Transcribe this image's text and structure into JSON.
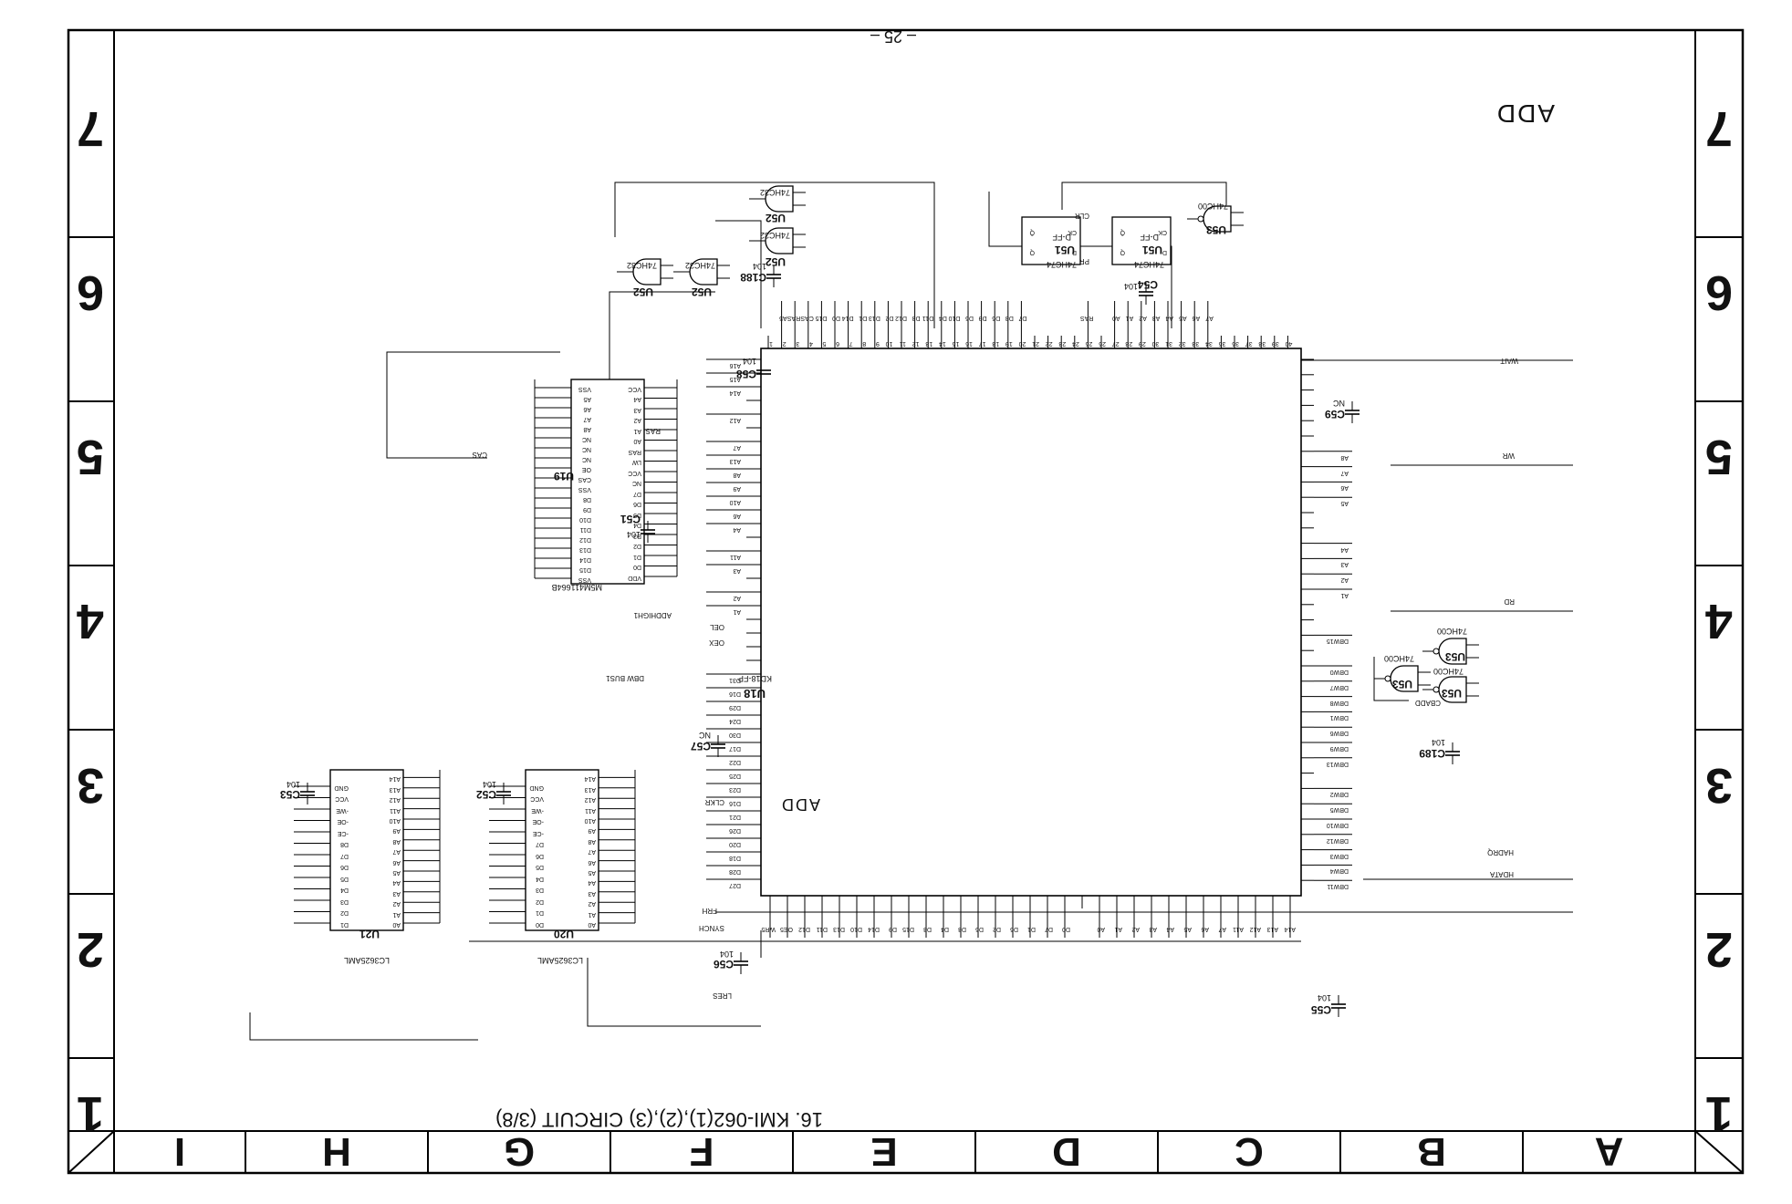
{
  "page_number": "– 25 –",
  "title": "16.  KMI-062(1),(2),(3) CIRCUIT (3/8)",
  "top_label": "ADD",
  "center_label": "ADD",
  "row_zones": [
    "7",
    "6",
    "5",
    "4",
    "3",
    "2",
    "1"
  ],
  "col_zones": [
    "A",
    "B",
    "C",
    "D",
    "E",
    "F",
    "G",
    "H",
    "I"
  ],
  "chips": {
    "u18": {
      "ref": "U18",
      "part": "KD18-FP"
    },
    "u19": {
      "ref": "U19",
      "part": "M5M411664B"
    },
    "u20": {
      "ref": "U20",
      "part": "LC3625AML"
    },
    "u21": {
      "ref": "U21",
      "part": "LC3625AML"
    },
    "u51a": {
      "ref": "U51",
      "part": "74HC74",
      "type": "D-FF"
    },
    "u51b": {
      "ref": "U51",
      "part": "74HC74",
      "type": "D-FF"
    },
    "u52a": {
      "ref": "U52",
      "part": "74HC32"
    },
    "u52b": {
      "ref": "U52",
      "part": "74HC32"
    },
    "u52c": {
      "ref": "U52",
      "part": "74HC32"
    },
    "u52d": {
      "ref": "U52",
      "part": "74HC32"
    },
    "u53a": {
      "ref": "U53",
      "part": "74HC00"
    },
    "u53b": {
      "ref": "U53",
      "part": "74HC00"
    },
    "u53c": {
      "ref": "U53",
      "part": "74HC00"
    },
    "u53d": {
      "ref": "U53",
      "part": "74HC00"
    }
  },
  "caps": {
    "c51": {
      "ref": "C51",
      "val": "104"
    },
    "c52": {
      "ref": "C52",
      "val": "104"
    },
    "c53": {
      "ref": "C53",
      "val": "104"
    },
    "c54": {
      "ref": "C54",
      "val": "104"
    },
    "c55": {
      "ref": "C55",
      "val": "104"
    },
    "c56": {
      "ref": "C56",
      "val": "104"
    },
    "c57": {
      "ref": "C57",
      "val": "NC"
    },
    "c58": {
      "ref": "C58",
      "val": "104"
    },
    "c59": {
      "ref": "C59",
      "val": "NC"
    },
    "c188": {
      "ref": "C188",
      "val": "104"
    },
    "c189": {
      "ref": "C189",
      "val": "104"
    }
  },
  "signals": {
    "wait": "WAIT",
    "wr": "WR",
    "rd": "RD",
    "cbadd": "CBADD",
    "hadrq": "HADRQ",
    "hdata": "HDATA",
    "lres": "LRES",
    "cas": "CAS",
    "ras": "RAS",
    "addhigh": "ADDHIGH1",
    "dbwbus": "DBW BUS1",
    "oel": "OEL",
    "oex": "OEX",
    "clkr": "CLKR",
    "frh": "FRH",
    "synch": "SYNCH",
    "pr": "PR",
    "clr": "CLR"
  },
  "u18_top_pins": [
    "1",
    "2",
    "3",
    "4",
    "5",
    "6",
    "7",
    "8",
    "9",
    "10",
    "11",
    "12",
    "13",
    "14",
    "15",
    "16",
    "17",
    "18",
    "19",
    "20",
    "21",
    "22",
    "23",
    "24",
    "25",
    "26",
    "27",
    "28",
    "29",
    "30",
    "31",
    "32",
    "33",
    "34",
    "35",
    "36",
    "37",
    "38",
    "39",
    "40"
  ],
  "u18_top_nets": [
    "",
    "A5",
    "RAS",
    "CAS",
    "D15",
    "D0",
    "D14",
    "D1",
    "D13",
    "D2",
    "D12",
    "D3",
    "D11",
    "D4",
    "D10",
    "D5",
    "D9",
    "D6",
    "D8",
    "D7",
    "",
    "",
    "",
    "",
    "RAS",
    "",
    "A0",
    "A1",
    "A2",
    "A3",
    "A4",
    "A5",
    "A6",
    "A7",
    "",
    "",
    "",
    "",
    "",
    ""
  ],
  "u18_bottom_nets": [
    "A14",
    "A13",
    "A12",
    "A11",
    "A7",
    "A6",
    "A5",
    "A4",
    "A3",
    "A2",
    "A1",
    "A0",
    "",
    "D0",
    "D7",
    "D1",
    "D6",
    "D2",
    "D5",
    "D3",
    "D4",
    "D8",
    "D15",
    "D9",
    "D14",
    "D10",
    "D13",
    "D11",
    "D12",
    "OE5",
    "WR5"
  ],
  "u18_right_nets": [
    "A16",
    "A15",
    "A14",
    "",
    "A12",
    "",
    "A7",
    "A13",
    "A8",
    "A9",
    "A10",
    "A6",
    "A4",
    "",
    "A11",
    "A3",
    "",
    "A2",
    "A1",
    "",
    "",
    "",
    "",
    "D31",
    "D16",
    "D29",
    "D24",
    "D30",
    "D17",
    "D22",
    "D25",
    "D23",
    "D16",
    "D21",
    "D26",
    "D20",
    "D18",
    "D28",
    "D27"
  ],
  "u18_left_nets": [
    "",
    "",
    "",
    "",
    "",
    "",
    "A8",
    "A7",
    "A6",
    "A5",
    "",
    "",
    "A4",
    "A3",
    "A2",
    "A1",
    "",
    "",
    "DBW15",
    "",
    "DBW0",
    "DBW7",
    "DBW8",
    "DBW1",
    "DBW6",
    "DBW9",
    "DBW13",
    "",
    "DBW2",
    "DBW5",
    "DBW10",
    "DBW12",
    "DBW3",
    "DBW4",
    "DBW11"
  ],
  "u19_left": [
    "VDD",
    "D0",
    "D1",
    "D2",
    "D3",
    "D4",
    "D5",
    "D6",
    "D7",
    "NC",
    "VCC",
    "LW",
    "RAS",
    "A0",
    "A1",
    "A2",
    "A3",
    "A4",
    "VCC"
  ],
  "u19_right": [
    "VSS",
    "D15",
    "D14",
    "D13",
    "D12",
    "D11",
    "D10",
    "D9",
    "D8",
    "VSS",
    "CAS",
    "OE",
    "NC",
    "NC",
    "NC",
    "A8",
    "A7",
    "A6",
    "A5",
    "VSS"
  ],
  "u20_left": [
    "A0",
    "A1",
    "A2",
    "A3",
    "A4",
    "A5",
    "A6",
    "A7",
    "A8",
    "A9",
    "A10",
    "A11",
    "A12",
    "A13",
    "A14"
  ],
  "u20_right": [
    "D0",
    "D1",
    "D2",
    "D3",
    "D4",
    "D5",
    "D6",
    "D7",
    "-CE",
    "-OE",
    "-WE",
    "VCC",
    "GND"
  ],
  "u21_left": [
    "A0",
    "A1",
    "A2",
    "A3",
    "A4",
    "A5",
    "A6",
    "A7",
    "A8",
    "A9",
    "A10",
    "A11",
    "A12",
    "A13",
    "A14"
  ],
  "u21_right": [
    "D1",
    "D2",
    "D3",
    "D4",
    "D5",
    "D6",
    "D7",
    "D8",
    "-CE",
    "-OE",
    "-WE",
    "VCC",
    "GND"
  ]
}
